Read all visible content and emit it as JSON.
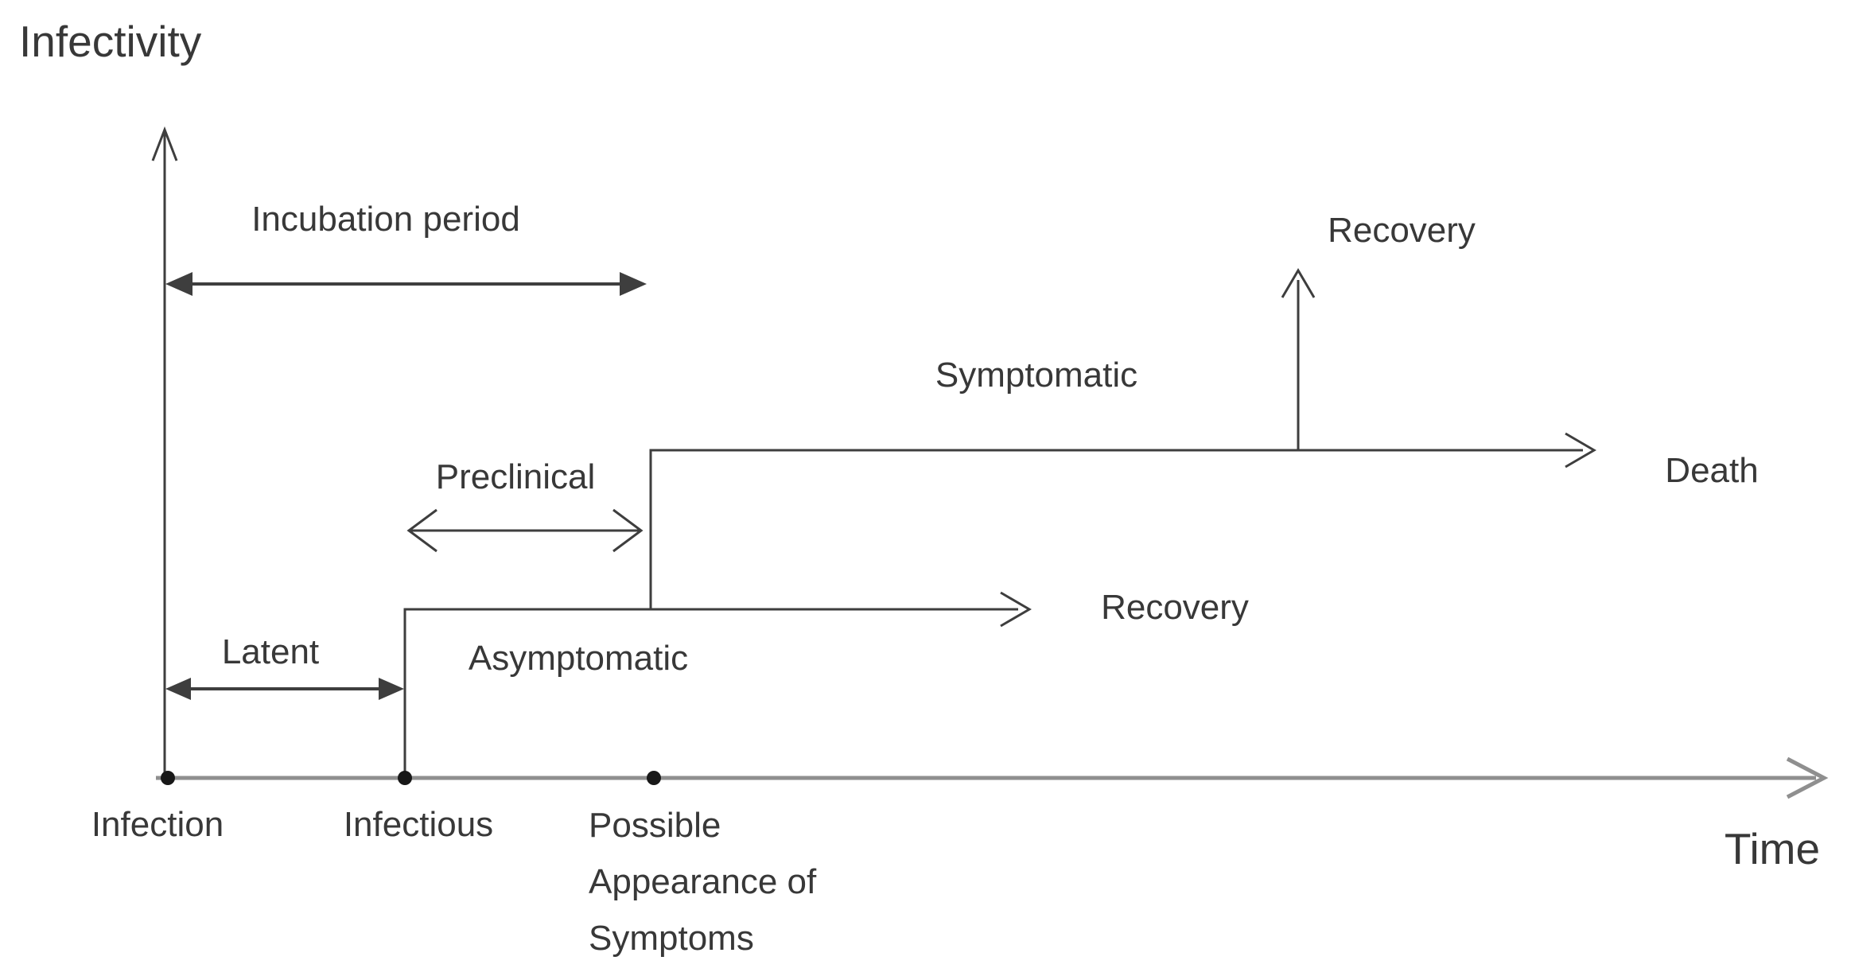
{
  "diagram": {
    "title": "Infectivity",
    "time_axis_label": "Time",
    "colors": {
      "line": "#3e3e3e",
      "time_axis": "#8f8f8f",
      "dot": "#181818",
      "text": "#383838",
      "background": "#ffffff"
    },
    "period_arrows": {
      "incubation": "Incubation period",
      "latent": "Latent",
      "preclinical": "Preclinical"
    },
    "phases": {
      "asymptomatic": "Asymptomatic",
      "symptomatic": "Symptomatic"
    },
    "outcomes": {
      "recovery_from_symptomatic": "Recovery",
      "recovery_from_asymptomatic": "Recovery",
      "death": "Death"
    },
    "time_markers": [
      {
        "lines": [
          "Infection"
        ]
      },
      {
        "lines": [
          "Infectious"
        ]
      },
      {
        "lines": [
          "Possible",
          "Appearance of",
          "Symptoms"
        ]
      }
    ]
  }
}
